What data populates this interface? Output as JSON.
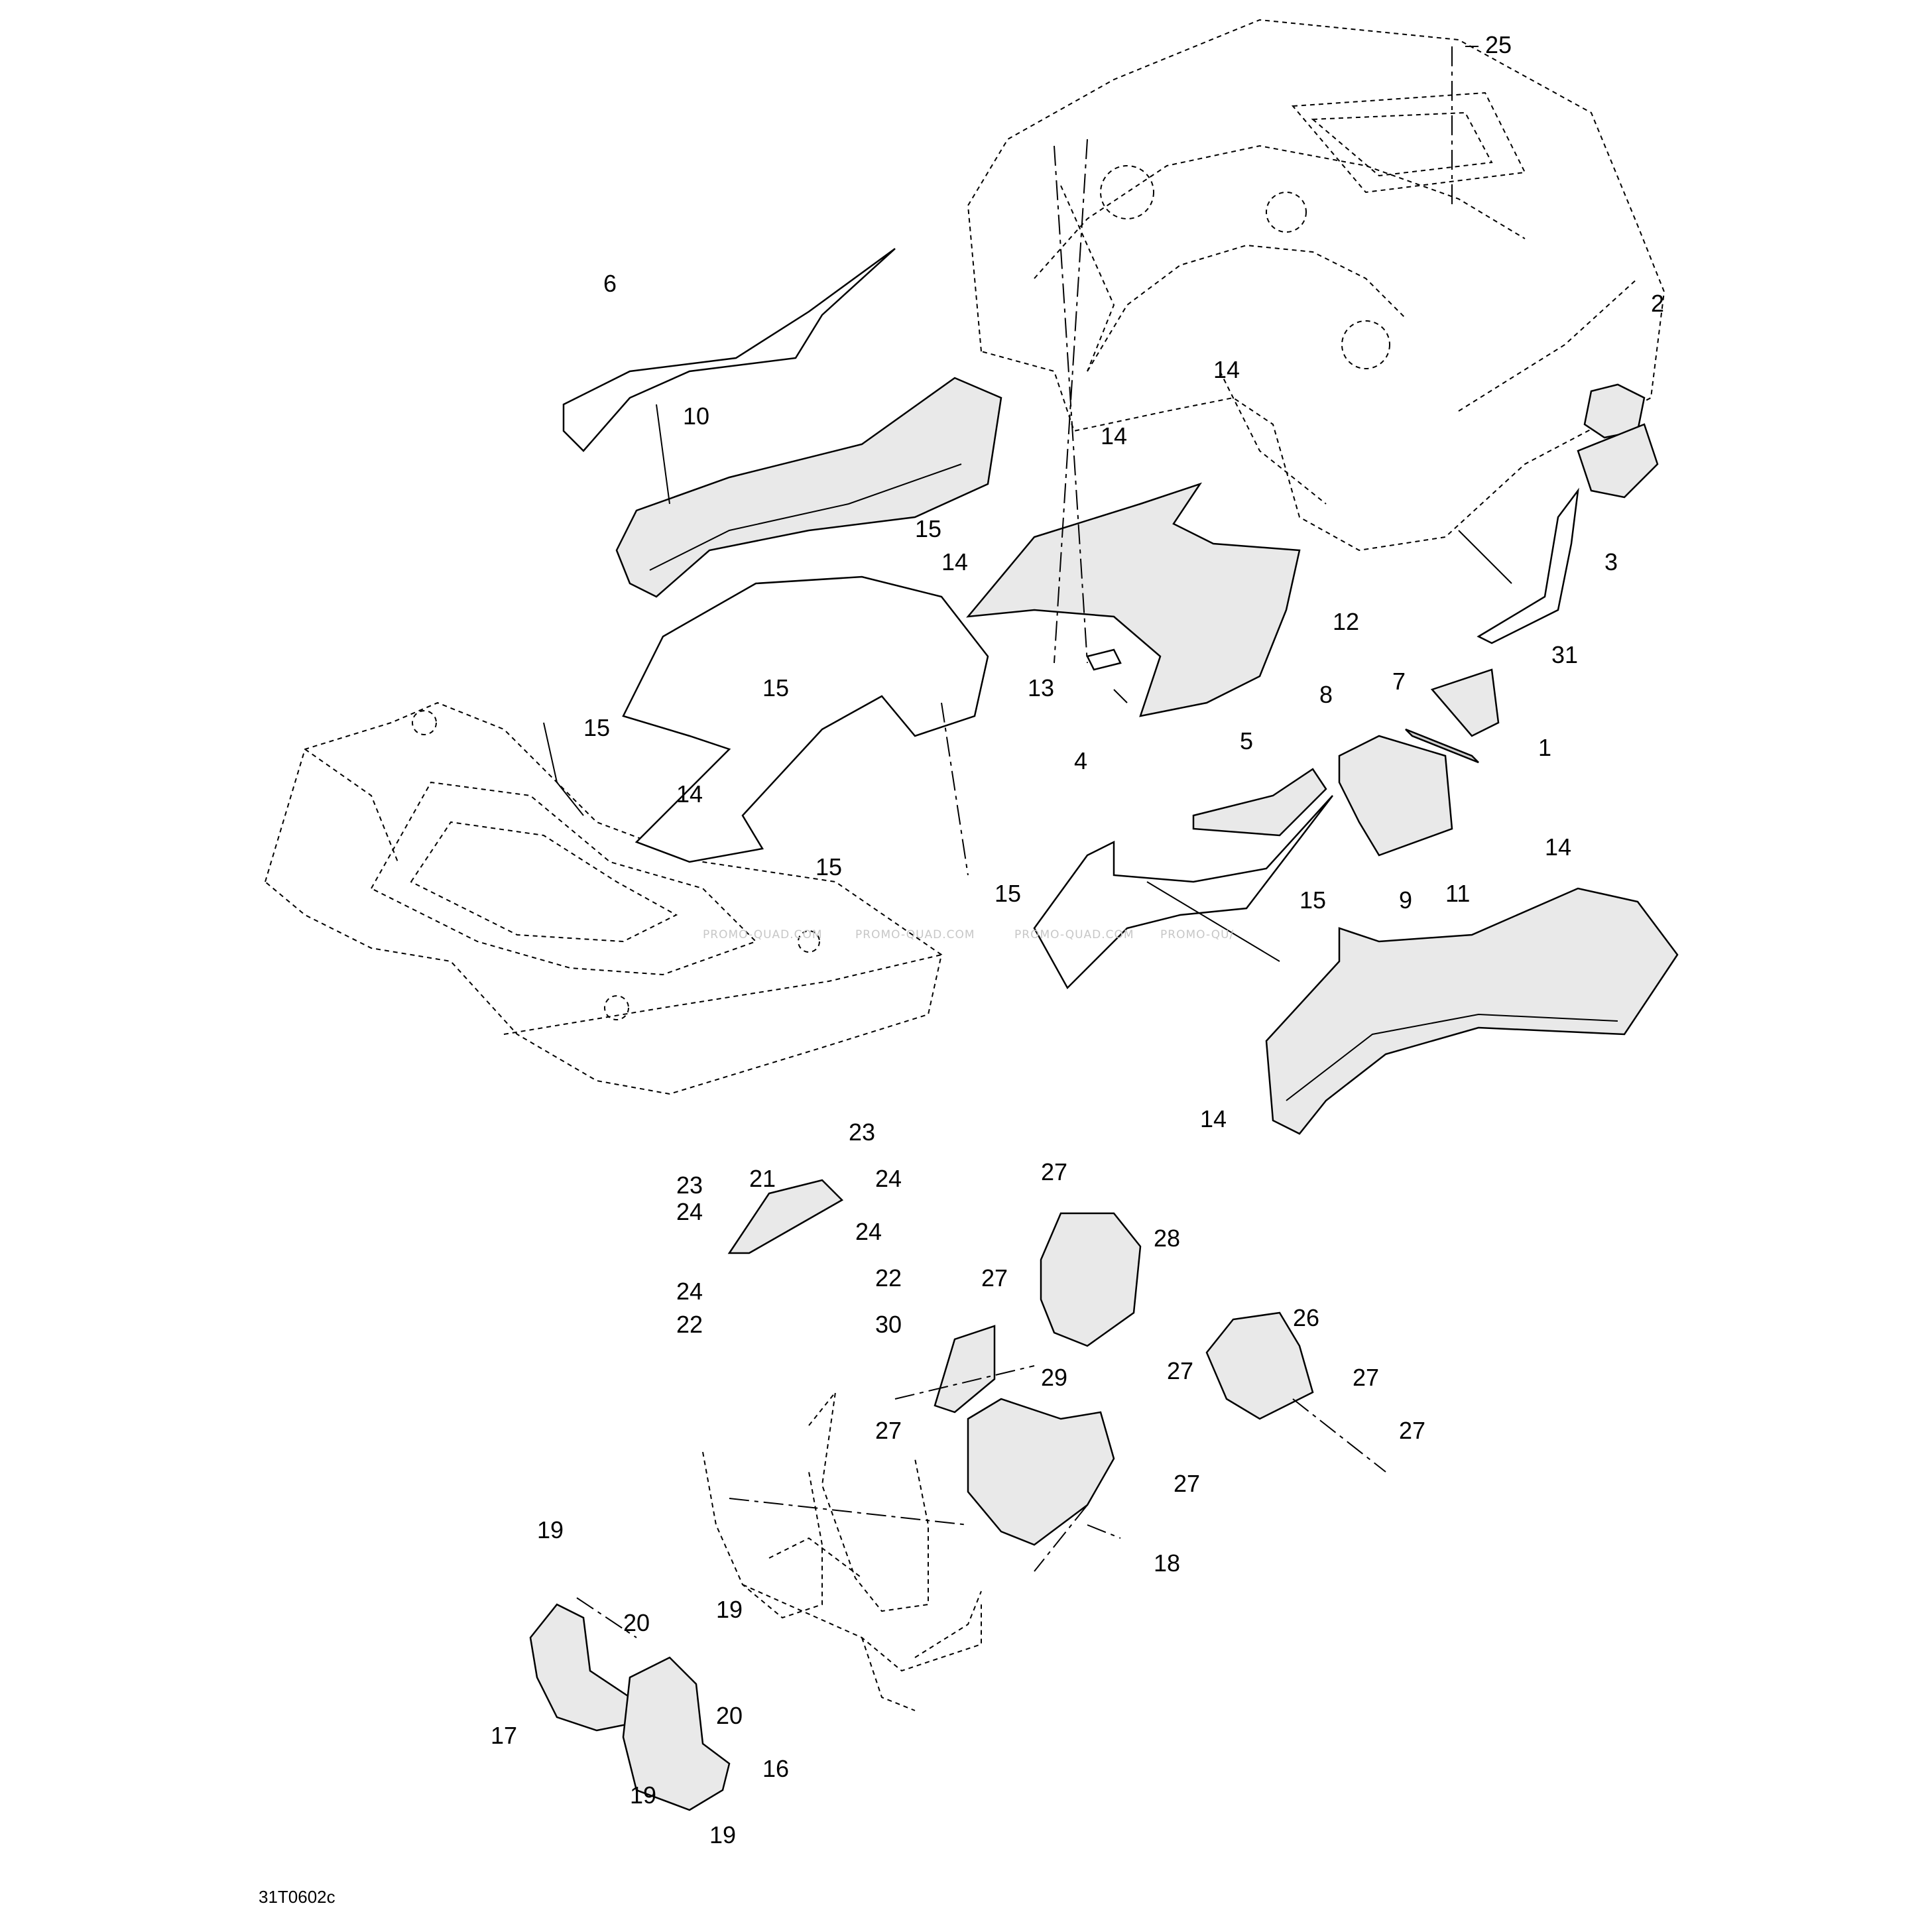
{
  "callouts": [
    {
      "id": "c25a",
      "text": "25"
    },
    {
      "id": "c6",
      "text": "6"
    },
    {
      "id": "c10",
      "text": "10"
    },
    {
      "id": "c14a",
      "text": "14"
    },
    {
      "id": "c14b",
      "text": "14"
    },
    {
      "id": "c15a",
      "text": "15"
    },
    {
      "id": "c14c",
      "text": "14"
    },
    {
      "id": "c2",
      "text": "2"
    },
    {
      "id": "c3",
      "text": "3"
    },
    {
      "id": "c12",
      "text": "12"
    },
    {
      "id": "c31",
      "text": "31"
    },
    {
      "id": "c13",
      "text": "13"
    },
    {
      "id": "c7",
      "text": "7"
    },
    {
      "id": "c8",
      "text": "8"
    },
    {
      "id": "c1",
      "text": "1"
    },
    {
      "id": "c15b",
      "text": "15"
    },
    {
      "id": "c15c",
      "text": "15"
    },
    {
      "id": "c14d",
      "text": "14"
    },
    {
      "id": "c5",
      "text": "5"
    },
    {
      "id": "c4",
      "text": "4"
    },
    {
      "id": "c15d",
      "text": "15"
    },
    {
      "id": "c15e",
      "text": "15"
    },
    {
      "id": "c14e",
      "text": "14"
    },
    {
      "id": "c15f",
      "text": "15"
    },
    {
      "id": "c9",
      "text": "9"
    },
    {
      "id": "c11",
      "text": "11"
    },
    {
      "id": "c14f",
      "text": "14"
    },
    {
      "id": "c23a",
      "text": "23"
    },
    {
      "id": "c24a",
      "text": "24"
    },
    {
      "id": "c23b",
      "text": "23"
    },
    {
      "id": "c21",
      "text": "21"
    },
    {
      "id": "c24b",
      "text": "24"
    },
    {
      "id": "c24c",
      "text": "24"
    },
    {
      "id": "c22a",
      "text": "22"
    },
    {
      "id": "c24d",
      "text": "24"
    },
    {
      "id": "c22b",
      "text": "22"
    },
    {
      "id": "c27a",
      "text": "27"
    },
    {
      "id": "c28",
      "text": "28"
    },
    {
      "id": "c27b",
      "text": "27"
    },
    {
      "id": "c26",
      "text": "26"
    },
    {
      "id": "c30",
      "text": "30"
    },
    {
      "id": "c27c",
      "text": "27"
    },
    {
      "id": "c29",
      "text": "29"
    },
    {
      "id": "c27d",
      "text": "27"
    },
    {
      "id": "c27e",
      "text": "27"
    },
    {
      "id": "c27f",
      "text": "27"
    },
    {
      "id": "c27g",
      "text": "27"
    },
    {
      "id": "c18",
      "text": "18"
    },
    {
      "id": "c19a",
      "text": "19"
    },
    {
      "id": "c19b",
      "text": "19"
    },
    {
      "id": "c20a",
      "text": "20"
    },
    {
      "id": "c20b",
      "text": "20"
    },
    {
      "id": "c17",
      "text": "17"
    },
    {
      "id": "c16",
      "text": "16"
    },
    {
      "id": "c19c",
      "text": "19"
    },
    {
      "id": "c19d",
      "text": "19"
    }
  ],
  "watermarks": [
    "PROMO-QUAD.COM",
    "PROMO-QUAD.COM",
    "PROMO-QUAD.COM",
    "PROMO-QU/"
  ],
  "reference_code": "31T0602c",
  "colors": {
    "line": "#000000",
    "background": "#ffffff",
    "watermark": "#c7c7c7",
    "part_fill": "#e9e9e9"
  }
}
